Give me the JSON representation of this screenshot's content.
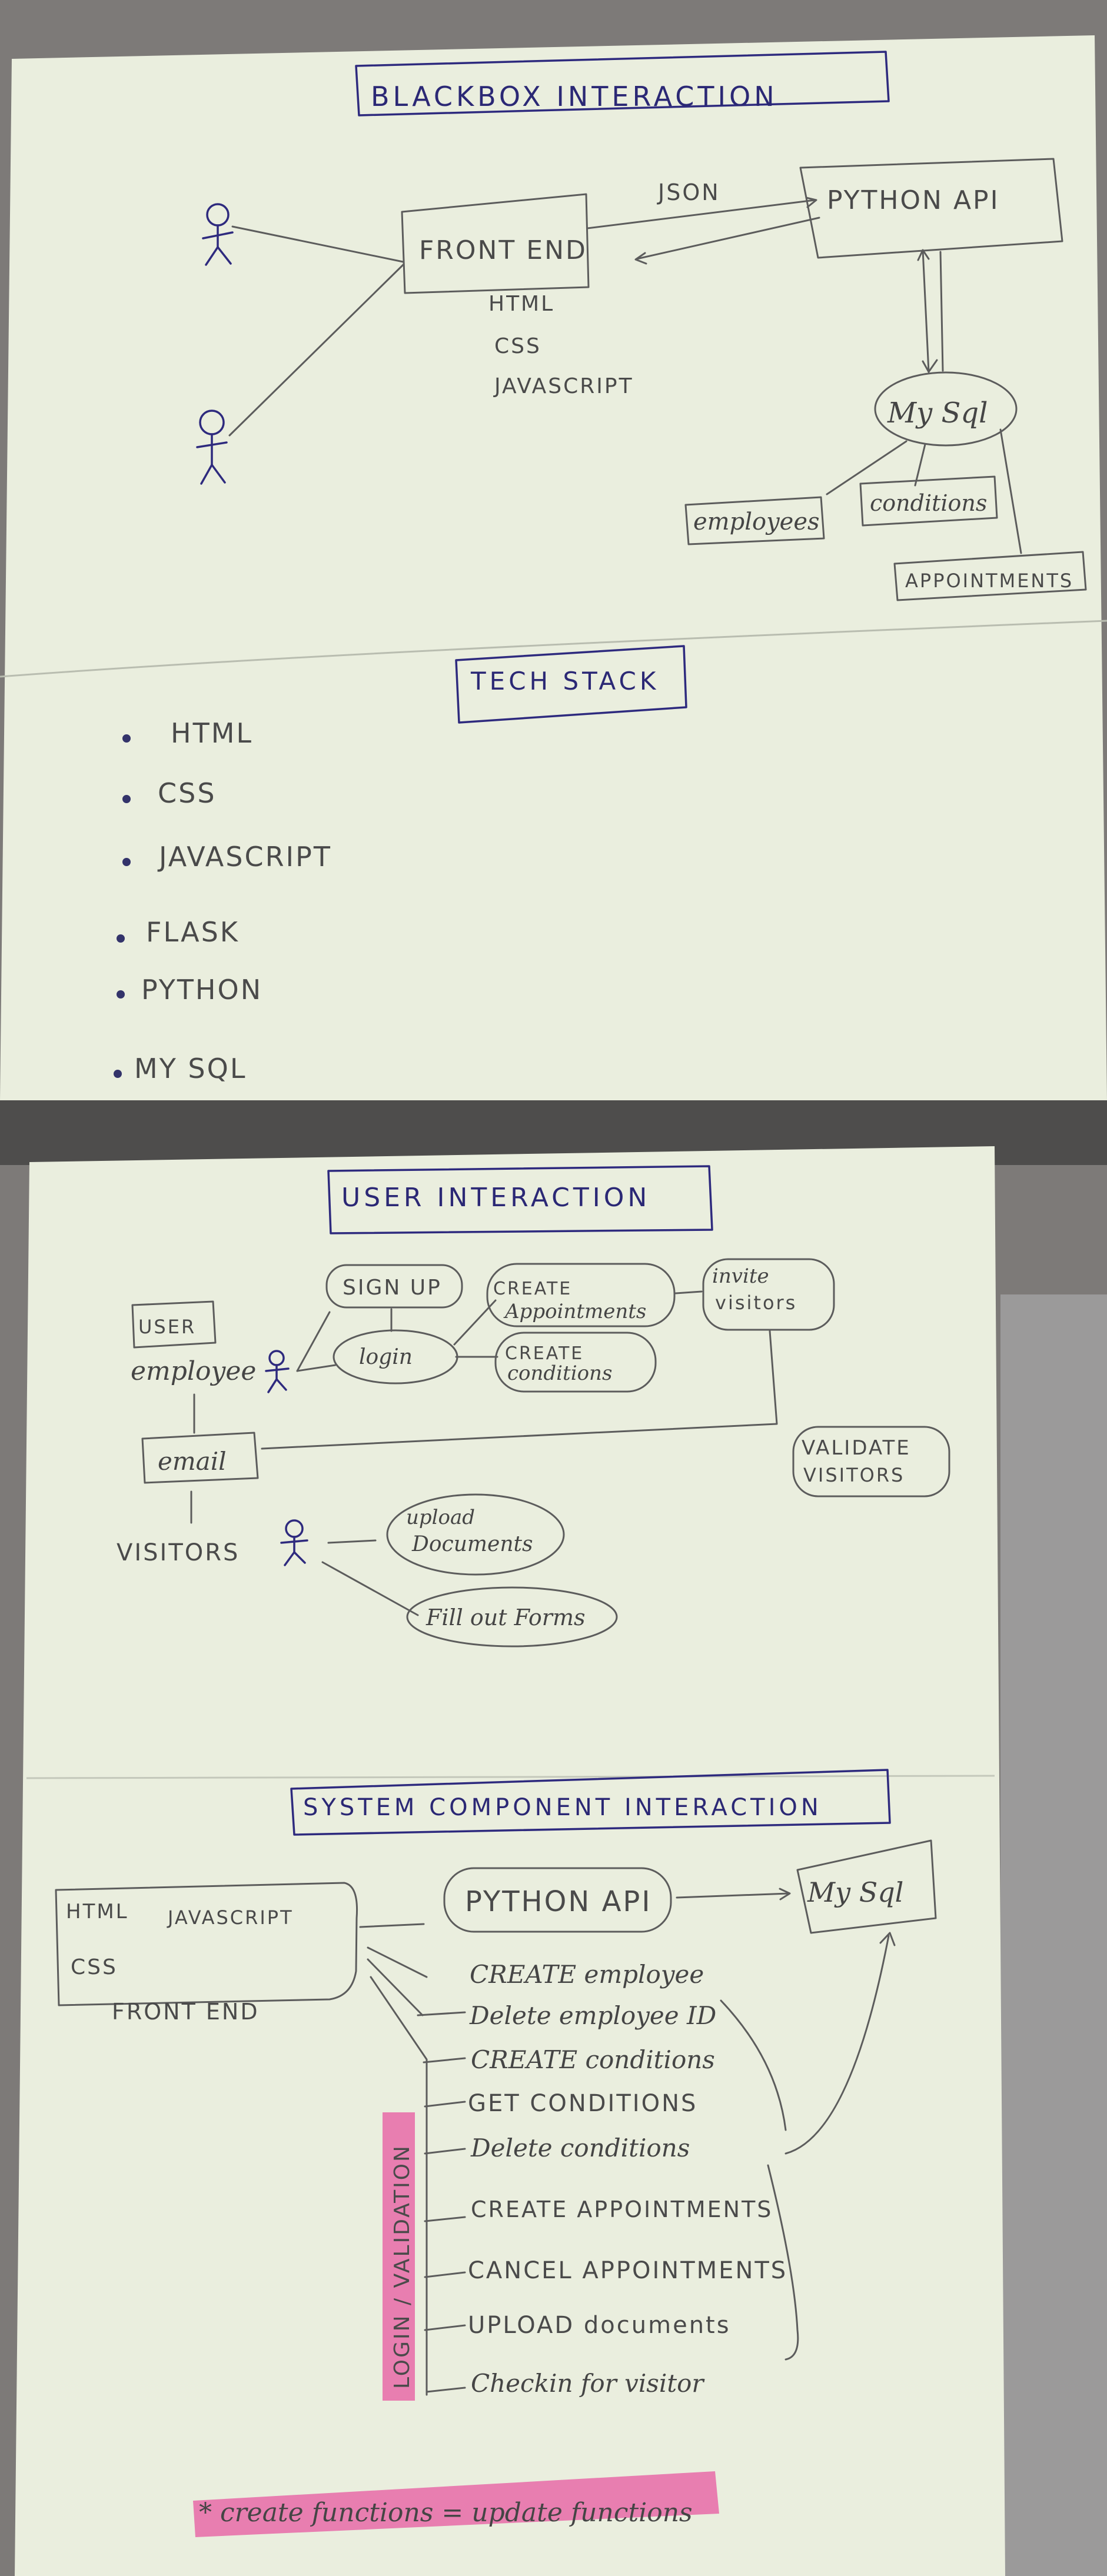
{
  "sheet1": {
    "title": "BLACKBOX INTERACTION",
    "front_end": "FRONT END",
    "python_api": "PYTHON API",
    "json_label": "JSON",
    "front_end_tech": [
      "HTML",
      "CSS",
      "JAVASCRIPT"
    ],
    "mysql": "My Sql",
    "tables": [
      "employees",
      "conditions",
      "APPOINTMENTS"
    ],
    "tech_stack_title": "TECH STACK",
    "tech_stack": [
      "HTML",
      "CSS",
      "JAVASCRIPT",
      "FLASK",
      "PYTHON",
      "MY SQL"
    ]
  },
  "sheet2": {
    "title": "USER INTERACTION",
    "user_badge": "USER",
    "employee": "employee",
    "sign_up": "SIGN UP",
    "login": "login",
    "create_appointments": [
      "CREATE",
      "Appointments"
    ],
    "create_conditions": [
      "CREATE",
      "conditions"
    ],
    "invite_visitors": [
      "invite",
      "visitors"
    ],
    "validate_visitors": [
      "VALIDATE",
      "VISITORS"
    ],
    "email": "email",
    "visitors": "VISITORS",
    "upload_documents": [
      "upload",
      "Documents"
    ],
    "fill_forms": "Fill out Forms"
  },
  "sheet3": {
    "title": "SYSTEM COMPONENT INTERACTION",
    "fe_html": "HTML",
    "fe_javascript": "JAVASCRIPT",
    "fe_css": "CSS",
    "fe_label": "FRONT END",
    "python_api": "PYTHON API",
    "mysql": "My Sql",
    "functions": [
      "CREATE employee",
      "Delete employee ID",
      "CREATE conditions",
      "GET CONDITIONS",
      "Delete conditions",
      "CREATE APPOINTMENTS",
      "CANCEL APPOINTMENTS",
      "UPLOAD documents",
      "Checkin for visitor"
    ],
    "login_validation": "LOGIN / VALIDATION",
    "note": "* create functions = update functions"
  }
}
